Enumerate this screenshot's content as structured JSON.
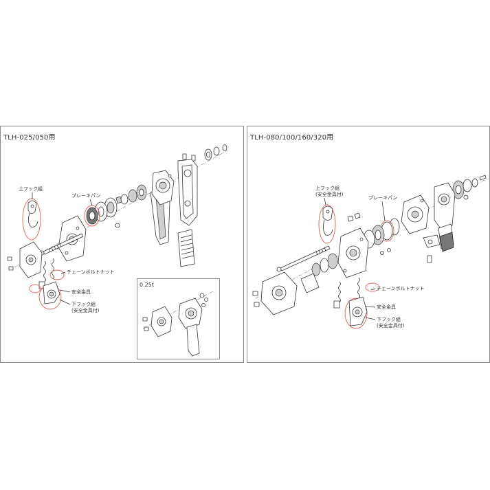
{
  "left_panel": {
    "title": "TLH-025/050用",
    "labels": {
      "upper_hook": "上フック組",
      "brake_pan": "ブレーキパン",
      "chain_bolt_nut": "チェーンボルトナット",
      "safety_latch": "安全金具",
      "lower_hook": "下フック組",
      "lower_hook_note": "(安全金具付)"
    },
    "inset": {
      "title": "0.25t"
    }
  },
  "right_panel": {
    "title": "TLH-080/100/160/320用",
    "labels": {
      "upper_hook": "上フック組",
      "upper_hook_note": "(安全金具付)",
      "brake_pan": "ブレーキパン",
      "chain_bolt_nut": "チェーンボルトナット",
      "safety_latch": "安全金具",
      "lower_hook": "下フック組",
      "lower_hook_note": "(安全金具付)"
    }
  },
  "colors": {
    "border": "#8a8a8a",
    "highlight": "#e26a6a",
    "line": "#333333"
  }
}
